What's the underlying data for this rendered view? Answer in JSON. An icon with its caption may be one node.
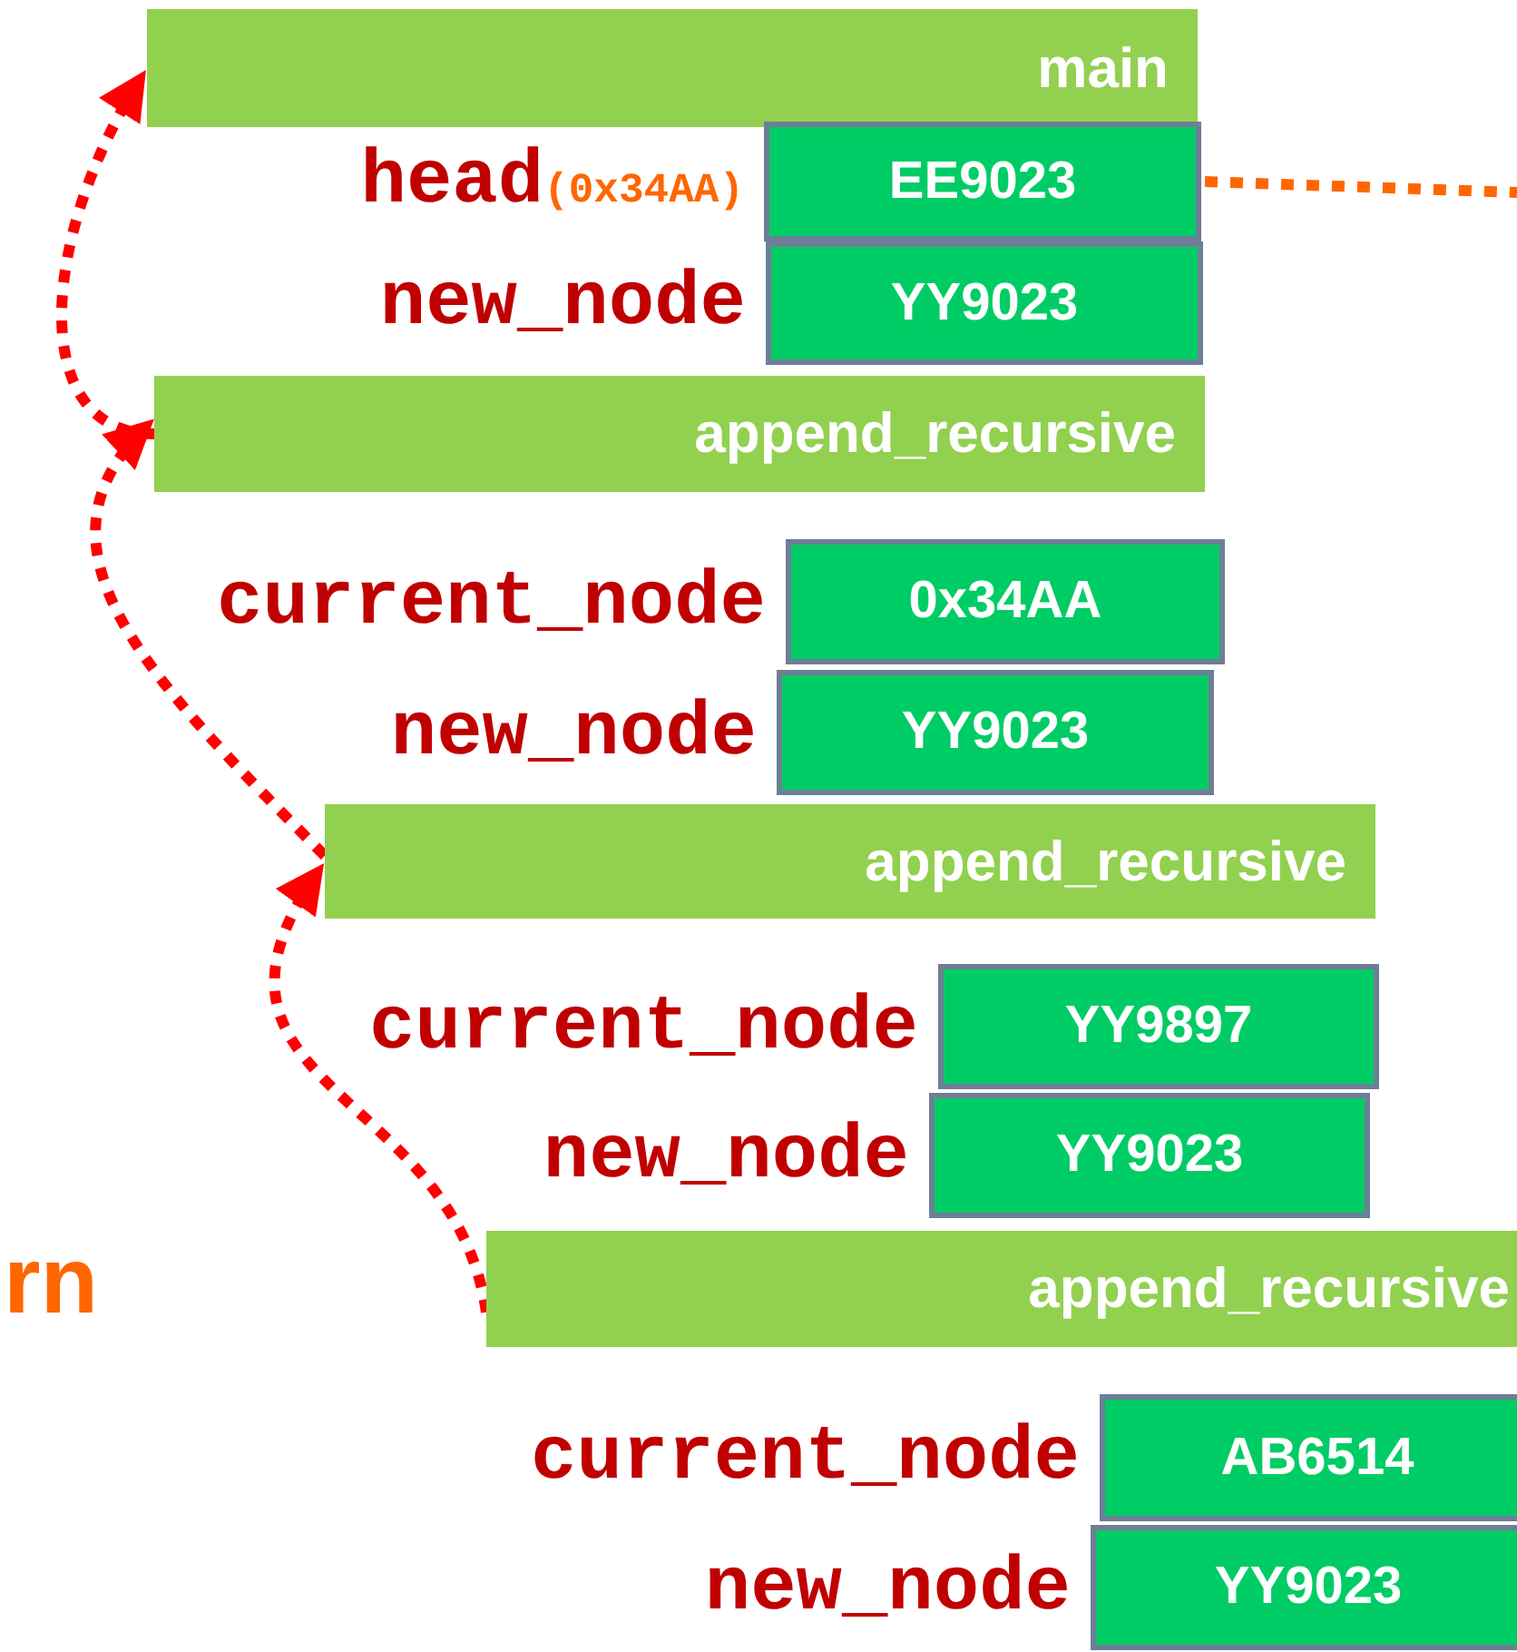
{
  "diagram": {
    "nodes": [
      {
        "text": [
          "main"
        ]
      },
      {
        "text": [
          "EE9023"
        ],
        "beside": [
          "head",
          "(0x34AA)"
        ]
      },
      {
        "text": [
          "YY9023"
        ],
        "beside": [
          "new_node"
        ]
      },
      {
        "text": [
          "append_recursive"
        ]
      },
      {
        "text": [
          "0x34AA"
        ],
        "beside": [
          "current_node"
        ]
      },
      {
        "text": [
          "YY9023"
        ],
        "beside": [
          "new_node"
        ]
      },
      {
        "text": [
          "append_recursive"
        ]
      },
      {
        "text": [
          "YY9897"
        ],
        "beside": [
          "current_node"
        ]
      },
      {
        "text": [
          "YY9023"
        ],
        "beside": [
          "new_node"
        ]
      },
      {
        "text": [
          "append_recursive"
        ]
      },
      {
        "text": [
          "AB6514"
        ],
        "beside": [
          "current_node"
        ]
      },
      {
        "text": [
          "YY9023"
        ],
        "beside": [
          "new_node"
        ]
      }
    ],
    "edges": [
      {
        "from": 3,
        "to": 0,
        "arrow": "to",
        "style": "dashed"
      },
      {
        "from": 6,
        "to": 3,
        "arrow": "to",
        "style": "dashed"
      },
      {
        "from": 9,
        "to": 6,
        "arrow": "to",
        "style": "dashed"
      },
      {
        "from": 1,
        "to": null,
        "arrow": "none",
        "style": "dashed",
        "color": "#ff6600"
      }
    ],
    "labels": [
      "rn"
    ]
  }
}
